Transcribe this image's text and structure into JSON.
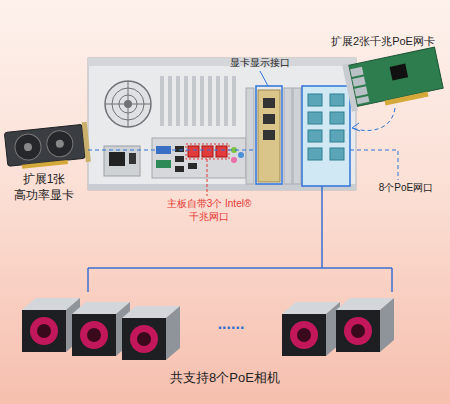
{
  "diagram": {
    "labels": [
      "扩展2张千兆PoE网卡",
      "显卡显示接口",
      "扩展1张 高功率显卡",
      "主板自带3个 Intel®千兆网口",
      "8个PoE网口",
      "......",
      "共支持8个PoE相机"
    ]
  }
}
